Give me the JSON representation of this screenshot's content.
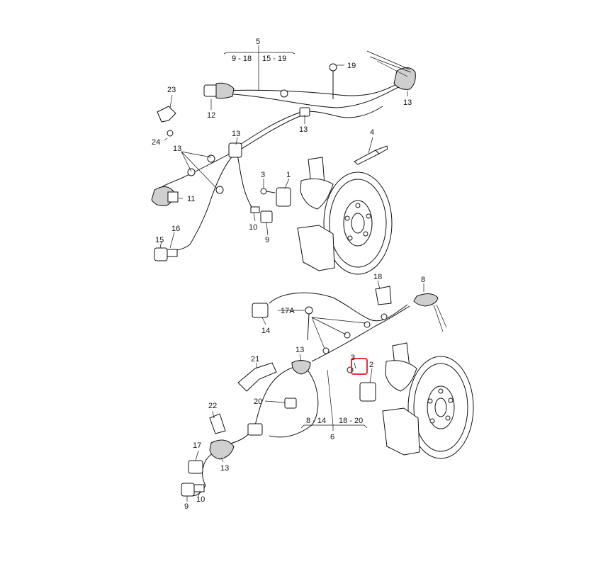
{
  "callouts": {
    "c5": "5",
    "c5_left": "9 - 18",
    "c5_right": "15 - 19",
    "c19": "19",
    "c13_a": "13",
    "c13_b": "13",
    "c13_c": "13",
    "c13_d": "13",
    "c12": "12",
    "c23": "23",
    "c24": "24",
    "c4": "4",
    "c3_top": "3",
    "c1": "1",
    "c11": "11",
    "c16": "16",
    "c15": "15",
    "c10_top": "10",
    "c9_top": "9",
    "c18": "18",
    "c8": "8",
    "c17a": "17A",
    "c14": "14",
    "c13_e": "13",
    "c3_bottom": "3",
    "c2": "2",
    "c21": "21",
    "c20": "20",
    "c6_left": "8 - 14",
    "c6_right": "18 - 20",
    "c6": "6",
    "c22": "22",
    "c17": "17",
    "c13_f": "13",
    "c10_bottom": "10",
    "c9_bottom": "9"
  },
  "highlight": {
    "color": "#e8303a",
    "part": "3"
  }
}
